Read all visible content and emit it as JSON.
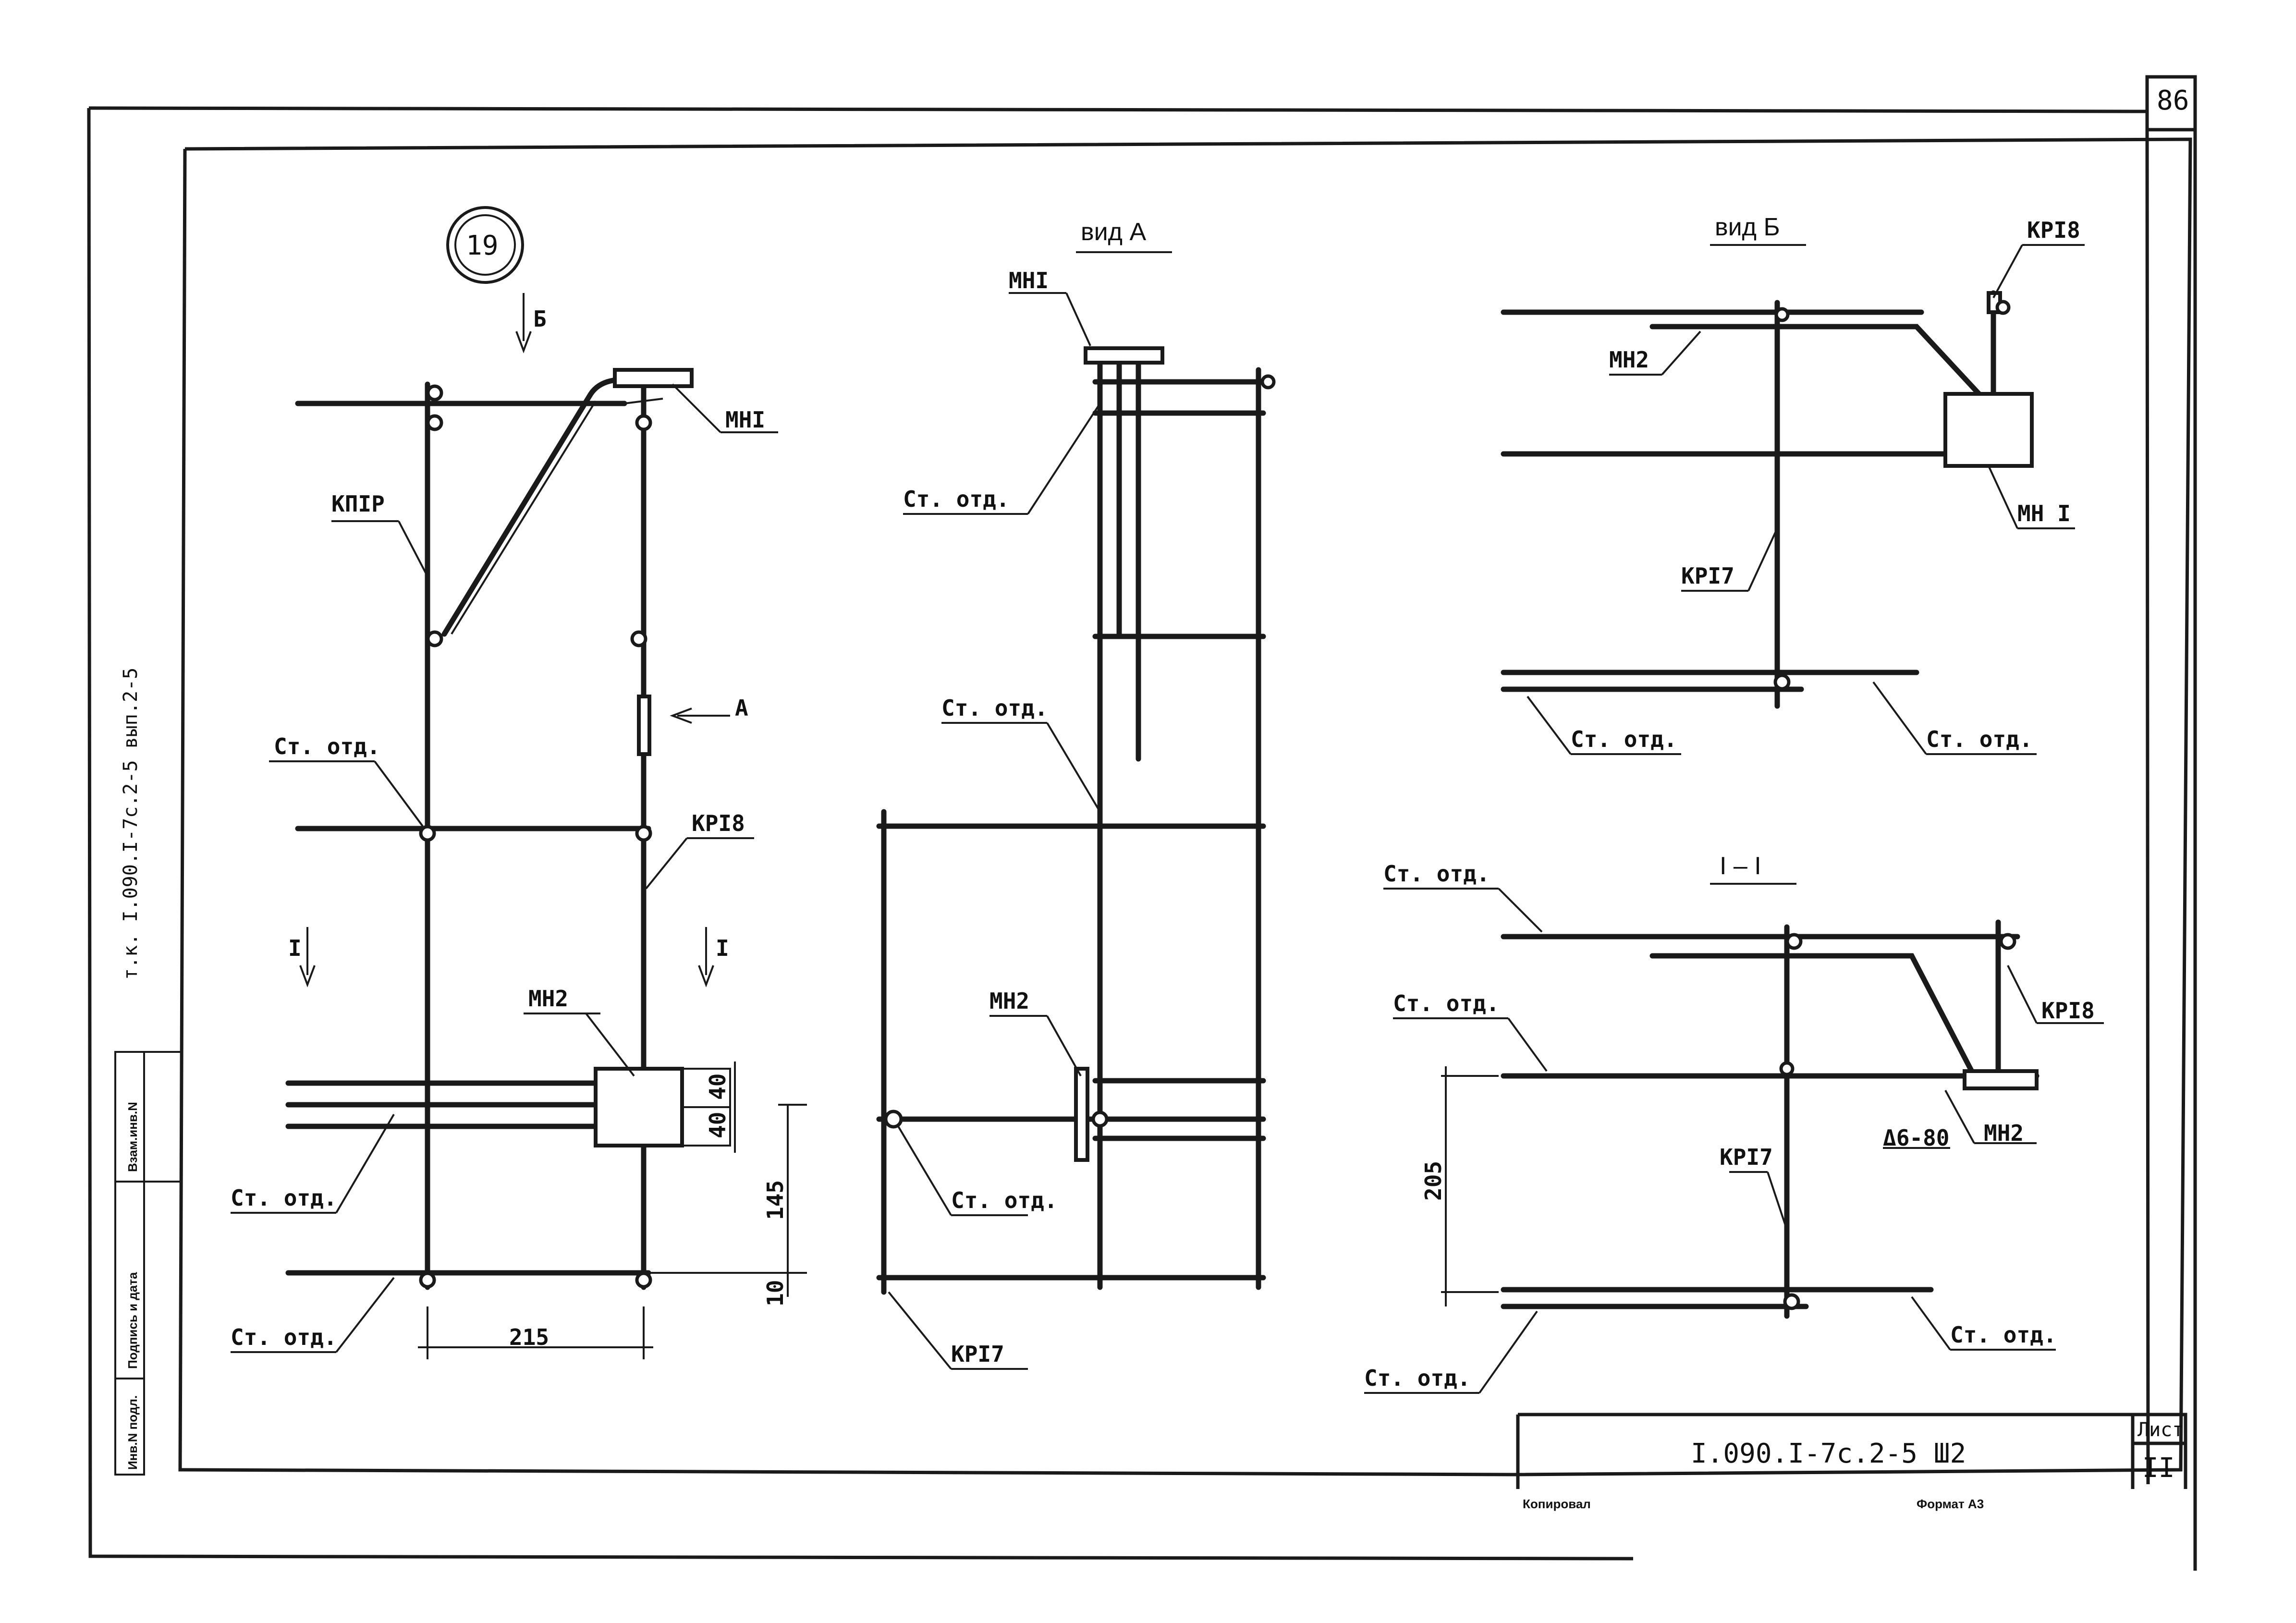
{
  "sheet_corner_number": "86",
  "detail_number": "19",
  "side_stamp": "т.к. I.090.I-7с.2-5 вып.2-5",
  "margin_boxes": [
    "Инв.N подл.",
    "Подпись и дата",
    "Взам.инв.N"
  ],
  "main_view": {
    "section_arrow_top": "Б",
    "view_arrow": "А",
    "section_marks": [
      "I",
      "I"
    ],
    "labels": {
      "kp17": "КПIР",
      "mn1": "МНI",
      "kp18": "КРI8",
      "mn2": "МН2",
      "st_otd": "Ст. отд."
    },
    "dimensions": {
      "d40a": "40",
      "d40b": "40",
      "d145": "145",
      "d10": "10",
      "d215": "215"
    }
  },
  "view_a": {
    "title": "вид А",
    "labels": {
      "mn1": "МНI",
      "mn2": "МН2",
      "kp17": "КРI7",
      "st_otd": "Ст. отд."
    }
  },
  "view_b": {
    "title": "вид Б",
    "labels": {
      "kp18": "КРI8",
      "mn2": "МН2",
      "mn1": "МН I",
      "kp17": "КРI7",
      "st_otd": "Ст. отд."
    }
  },
  "section_1_1": {
    "title": "I – I",
    "labels": {
      "kp18": "КРI8",
      "mn2": "МН2",
      "kp17": "КРI7",
      "weld": "Δ6-80",
      "st_otd": "Ст. отд."
    },
    "dimensions": {
      "d205": "205"
    }
  },
  "title_block": {
    "designation": "I.090.I-7с.2-5 Ш2",
    "sheet_label": "Лист",
    "sheet_number": "II"
  },
  "footer": {
    "copied": "Копировал",
    "format": "Формат А3"
  }
}
